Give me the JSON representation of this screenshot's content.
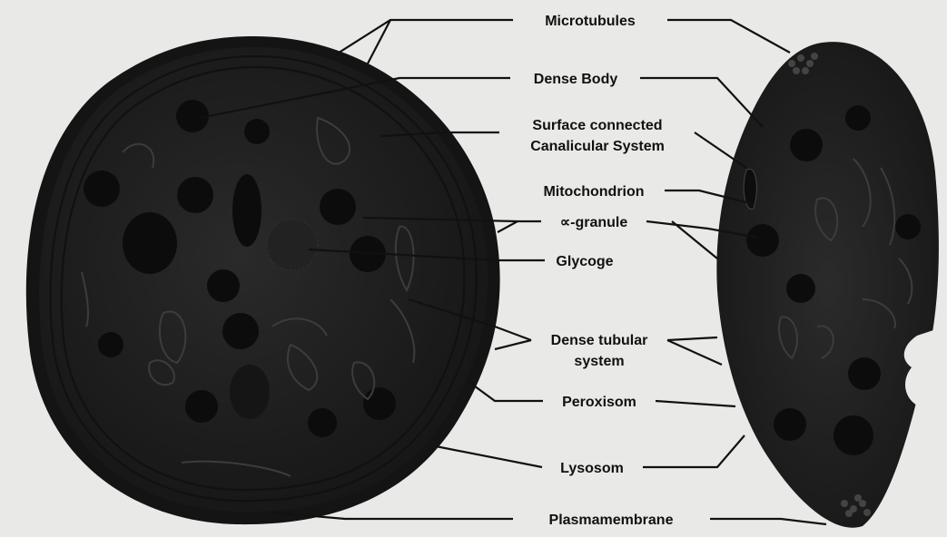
{
  "labels": {
    "microtubules": "Microtubules",
    "dense_body": "Dense Body",
    "surface_connected_line1": "Surface connected",
    "surface_connected_line2": "Canalicular System",
    "mitochondrion": "Mitochondrion",
    "alpha_granule": "∝-granule",
    "glycogen": "Glycoge",
    "dense_tubular_line1": "Dense tubular",
    "dense_tubular_line2": "system",
    "peroxisome": "Peroxisom",
    "lysosome": "Lysosom",
    "plasma_membrane": "Plasmamembrane"
  },
  "colors": {
    "background": "#e9e9e7",
    "cell_body": "#1c1c1c",
    "cell_inner": "#272727",
    "organelle": "#0d0d0d",
    "leader_line": "#111111"
  }
}
